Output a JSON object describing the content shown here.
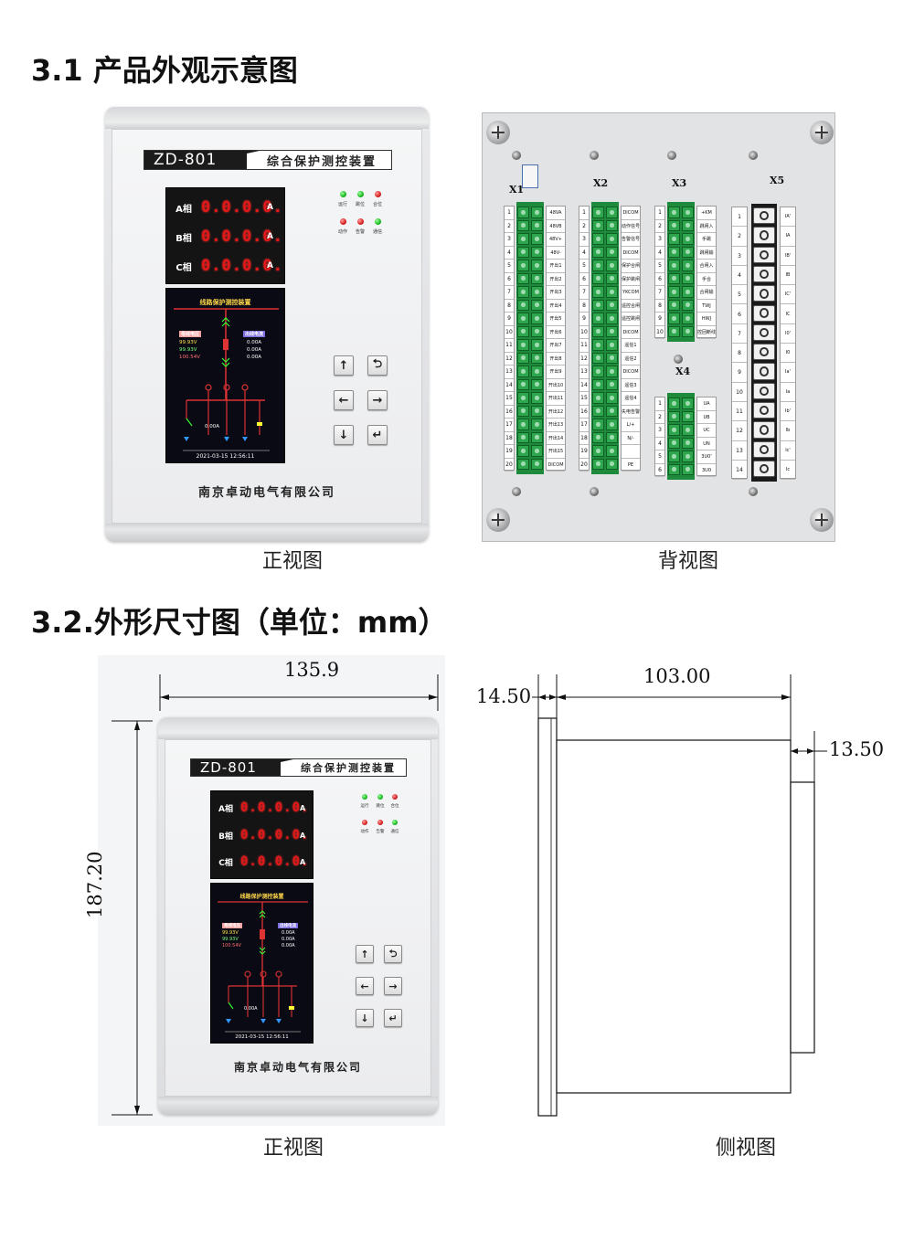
{
  "section1": {
    "title": "3.1 产品外观示意图"
  },
  "section2": {
    "title": "3.2.外形尺寸图（单位：mm）"
  },
  "captions": {
    "front_view": "正视图",
    "back_view": "背视图",
    "front_view_2": "正视图",
    "side_view": "侧视图"
  },
  "device": {
    "model": "ZD-801",
    "name": "综合保护测控装置",
    "company": "南京卓动电气有限公司",
    "phases": [
      {
        "label": "A相",
        "value": "0.0.0.0.",
        "unit": "A"
      },
      {
        "label": "B相",
        "value": "0.0.0.0.",
        "unit": "A"
      },
      {
        "label": "C相",
        "value": "0.0.0.0.",
        "unit": "A"
      }
    ],
    "indicators": [
      {
        "label": "运行",
        "color": "#19b81f"
      },
      {
        "label": "跳位",
        "color": "#19b81f"
      },
      {
        "label": "合位",
        "color": "#d81e1e"
      },
      {
        "label": "动作",
        "color": "#d81e1e"
      },
      {
        "label": "告警",
        "color": "#d81e1e"
      },
      {
        "label": "通信",
        "color": "#19b81f"
      }
    ],
    "lcd": {
      "title": "线路保护测控装置",
      "left_label": "母线电压",
      "left_values": [
        "99.93V",
        "99.93V",
        "100.54V"
      ],
      "right_label": "出线电流",
      "right_values": [
        "0.00A",
        "0.00A",
        "0.00A"
      ],
      "current": "0.00A",
      "datetime": "2021-03-15  12:56:11"
    },
    "keys": [
      "↑",
      "⮌",
      "←",
      "→",
      "↓",
      "↵"
    ]
  },
  "back": {
    "groups": {
      "x1": "X1",
      "x2": "X2",
      "x3": "X3",
      "x4": "X4",
      "x5": "X5"
    },
    "x1_signals": [
      "48VA",
      "48VB",
      "48V+",
      "48V-",
      "开出1",
      "开出2",
      "开出3",
      "开出4",
      "开出5",
      "开出6",
      "开出7",
      "开出8",
      "开出9",
      "开出10",
      "开出11",
      "开出12",
      "开出13",
      "开出14",
      "开出15",
      "DICOM"
    ],
    "x2_signals": [
      "DICOM",
      "动作信号",
      "告警信号",
      "DICOM",
      "保护合闸",
      "保护跳闸",
      "YKCOM",
      "遥控合闸",
      "遥控跳闸",
      "DICOM",
      "遥信1",
      "遥信2",
      "DICOM",
      "遥信3",
      "遥信4",
      "失电告警",
      "L/+",
      "N/-",
      "",
      "PE"
    ],
    "x3_signals": [
      "+KM",
      "跳闸入",
      "手跳",
      "跳闸输",
      "合闸入",
      "手合",
      "合闸输",
      "TWJ",
      "HWJ",
      "控回断线"
    ],
    "x4_signals": [
      "UA",
      "UB",
      "UC",
      "UN",
      "3U0'",
      "3U0"
    ],
    "x5_signals": [
      "IA'",
      "IA",
      "IB'",
      "IB",
      "IC'",
      "IC",
      "I0'",
      "I0",
      "Ia'",
      "Ia",
      "Ib'",
      "Ib",
      "Ic'",
      "Ic"
    ]
  },
  "dimensions": {
    "width": "135.9",
    "height": "187.20",
    "depth": "103.00",
    "front": "14.50",
    "rear": "13.50"
  }
}
